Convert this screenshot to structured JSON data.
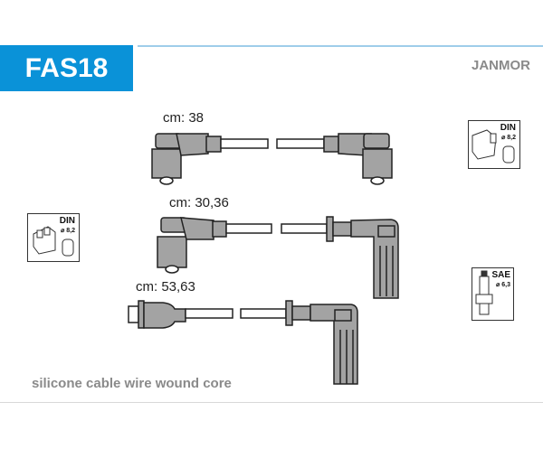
{
  "header": {
    "code": "FAS18",
    "brand": "JANMOR"
  },
  "cables": [
    {
      "length_label": "cm: 38"
    },
    {
      "length_label": "cm: 30,36"
    },
    {
      "length_label": "cm: 53,63"
    }
  ],
  "badges": {
    "distributor_left": {
      "standard": "DIN",
      "diameter": "⌀ 8,2"
    },
    "distributor_right": {
      "standard": "DIN",
      "diameter": "⌀ 8,2"
    },
    "spark_plug": {
      "standard": "SAE",
      "diameter": "⌀ 6,3"
    }
  },
  "footer": {
    "description": "silicone cable wire wound core"
  },
  "colors": {
    "brand_blue": "#0a92d8",
    "boot_gray": "#a3a3a3"
  }
}
